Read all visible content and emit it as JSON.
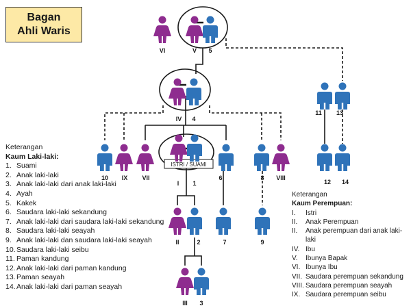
{
  "title": {
    "line1": "Bagan",
    "line2": "Ahli Waris"
  },
  "couple_label": "ISTRI / SUAMI",
  "node_labels": {
    "VI": "VI",
    "V": "V",
    "5": "5",
    "IV": "IV",
    "4": "4",
    "11": "11",
    "13": "13",
    "12": "12",
    "14": "14",
    "10": "10",
    "IX": "IX",
    "VII": "VII",
    "I": "I",
    "1": "1",
    "6": "6",
    "8": "8",
    "VIII": "VIII",
    "7": "7",
    "9": "9",
    "II": "II",
    "2": "2",
    "III": "III",
    "3": "3"
  },
  "legend_male": {
    "caption": "Keterangan",
    "heading": "Kaum Laki-laki:",
    "items": [
      {
        "num": "1.",
        "text": "Suami"
      },
      {
        "num": "2.",
        "text": "Anak laki-laki"
      },
      {
        "num": "3.",
        "text": "Anak laki-laki dari anak laki-laki"
      },
      {
        "num": "4.",
        "text": "Ayah"
      },
      {
        "num": "5.",
        "text": "Kakek"
      },
      {
        "num": "6.",
        "text": "Saudara laki-laki sekandung"
      },
      {
        "num": "7.",
        "text": "Anak laki-laki dari saudara laki-laki sekandung"
      },
      {
        "num": "8.",
        "text": "Saudara laki-laki seayah"
      },
      {
        "num": "9.",
        "text": "Anak laki-laki dan saudara laki-laki seayah"
      },
      {
        "num": "10.",
        "text": "Saudara laki-laki seibu"
      },
      {
        "num": "11.",
        "text": "Paman kandung"
      },
      {
        "num": "12.",
        "text": "Anak laki-laki dari paman kandung"
      },
      {
        "num": "13.",
        "text": "Paman seayah"
      },
      {
        "num": "14.",
        "text": "Anak laki-laki dari paman seayah"
      }
    ]
  },
  "legend_female": {
    "caption": "Keterangan",
    "heading": "Kaum Perempuan:",
    "items": [
      {
        "num": "I.",
        "text": "Istri"
      },
      {
        "num": "II.",
        "text": "Anak Perempuan"
      },
      {
        "num": "II.",
        "text": "Anak perempuan dari anak laki-laki"
      },
      {
        "num": "IV.",
        "text": "Ibu"
      },
      {
        "num": "V.",
        "text": "Ibunya Bapak"
      },
      {
        "num": "VI.",
        "text": "Ibunya Ibu"
      },
      {
        "num": "VII.",
        "text": "Saudara perempuan sekandung"
      },
      {
        "num": "VIII.",
        "text": "Saudara perempuan seayah"
      },
      {
        "num": "IX.",
        "text": "Saudara perempuan seibu"
      }
    ]
  },
  "colors": {
    "male": "#2f73b9",
    "female": "#8e2c8f",
    "line": "#1a1a1a",
    "title_bg": "#fde9a6"
  }
}
